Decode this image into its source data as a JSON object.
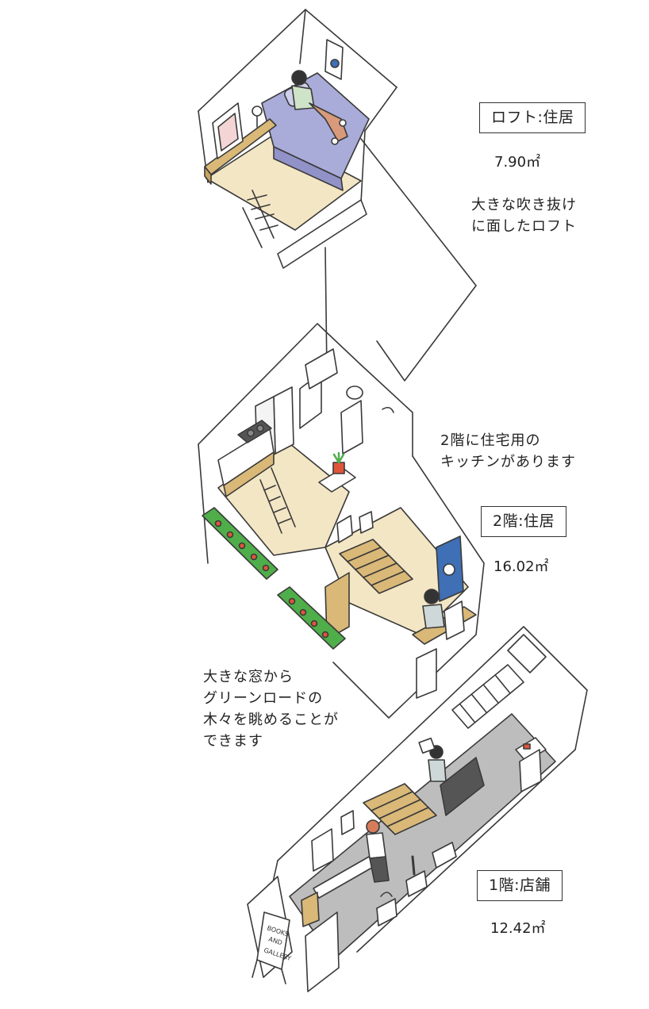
{
  "floors": [
    {
      "id": "loft",
      "label": "ロフト:住居",
      "area": "7.90㎡"
    },
    {
      "id": "second",
      "label": "2階:住居",
      "area": "16.02㎡"
    },
    {
      "id": "first",
      "label": "1階:店舗",
      "area": "12.42㎡"
    }
  ],
  "notes": {
    "loft": [
      "大きな吹き抜け",
      "に面したロフト"
    ],
    "kitchen": [
      "2階に住宅用の",
      "キッチンがあります"
    ],
    "window": [
      "大きな窓から",
      "グリーンロードの",
      "木々を眺めることが",
      "できます"
    ]
  },
  "signboard": [
    "BOOKS",
    "AND",
    "GALLERY"
  ],
  "colors": {
    "line": "#3a3a3a",
    "floor_wood": "#f3e6c4",
    "floor_gray": "#bdbdbd",
    "bed": "#a9abd8",
    "wood": "#d9b878",
    "plant": "#4fae4a",
    "flower": "#e0553a",
    "poster_blue": "#3f6fb5"
  }
}
